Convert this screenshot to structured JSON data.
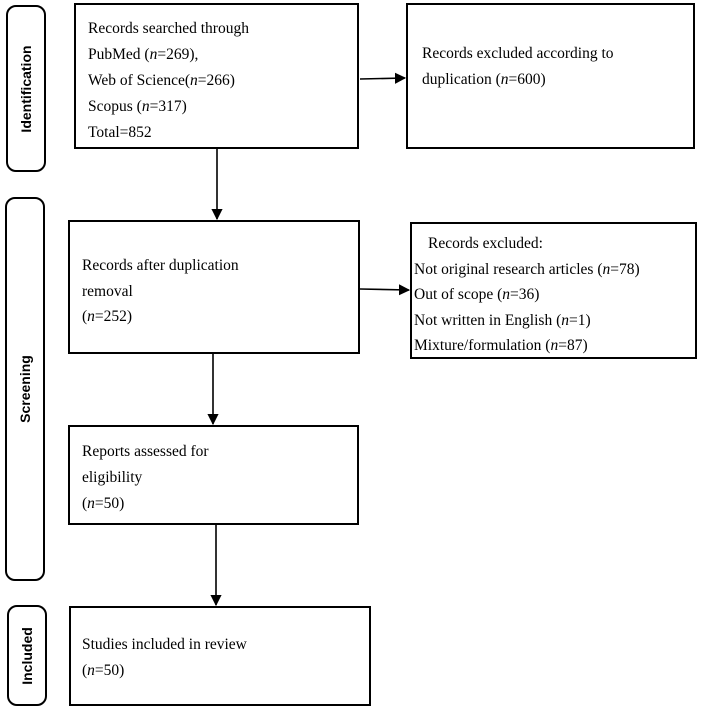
{
  "phases": {
    "identification": "Identification",
    "screening": "Screening",
    "included": "Included"
  },
  "records_searched": {
    "line1": "Records searched through",
    "pubmed_name": "PubMed (",
    "pubmed_n": "n",
    "pubmed_val": "=269),",
    "wos_name": "Web of Science(",
    "wos_n": "n",
    "wos_val": "=266)",
    "scopus_name": "Scopus (",
    "scopus_n": "n",
    "scopus_val": "=317)",
    "total": "Total=852"
  },
  "excluded_duplication": {
    "line1": "Records excluded according to",
    "line2_pre": "duplication (",
    "line2_n": "n",
    "line2_val": "=600)"
  },
  "after_duplication": {
    "line1": "Records after duplication",
    "line2": "removal",
    "line3_pre": "(",
    "line3_n": "n",
    "line3_val": "=252)"
  },
  "records_excluded": {
    "title": "Records excluded:",
    "item1_pre": "Not original research articles (",
    "item1_n": "n",
    "item1_val": "=78)",
    "item2_pre": "Out of scope (",
    "item2_n": "n",
    "item2_val": "=36)",
    "item3_pre": "Not written in English (",
    "item3_n": "n",
    "item3_val": "=1)",
    "item4_pre": "Mixture/formulation (",
    "item4_n": "n",
    "item4_val": "=87)"
  },
  "reports_assessed": {
    "line1": "Reports assessed for",
    "line2": "eligibility",
    "line3_pre": "(",
    "line3_n": "n",
    "line3_val": "=50)"
  },
  "studies_included": {
    "line1": "Studies included in review",
    "line2_pre": "(",
    "line2_n": "n",
    "line2_val": "=50)"
  }
}
